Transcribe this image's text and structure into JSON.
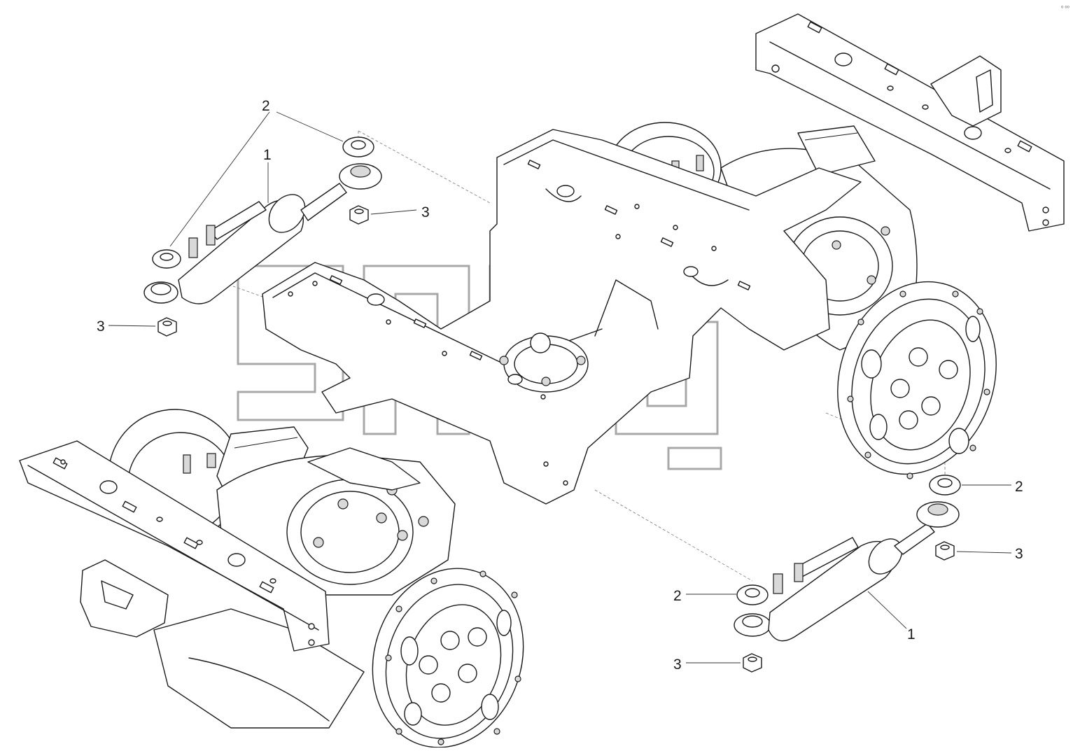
{
  "diagram": {
    "callouts": [
      {
        "id": "c-top-left-2",
        "label": "2"
      },
      {
        "id": "c-top-left-1",
        "label": "1"
      },
      {
        "id": "c-top-left-3a",
        "label": "3"
      },
      {
        "id": "c-top-left-3b",
        "label": "3"
      },
      {
        "id": "c-right-2a",
        "label": "2"
      },
      {
        "id": "c-right-3a",
        "label": "3"
      },
      {
        "id": "c-right-2b",
        "label": "2"
      },
      {
        "id": "c-right-1",
        "label": "1"
      },
      {
        "id": "c-right-3b",
        "label": "3"
      }
    ],
    "corner_mark": "⁰ ⁰⁰"
  }
}
